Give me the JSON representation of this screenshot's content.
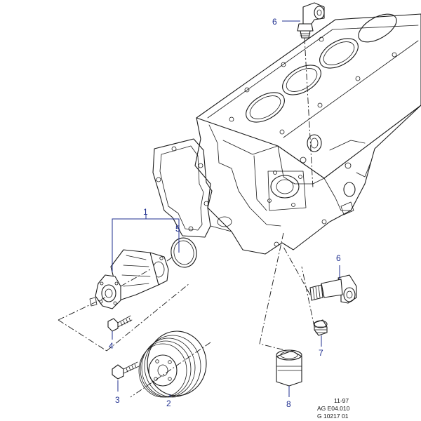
{
  "callouts": {
    "c1": "1",
    "c2": "2",
    "c3": "3",
    "c4": "4",
    "c5": "5",
    "c6_top": "6",
    "c6_right": "6",
    "c7": "7",
    "c8": "8"
  },
  "reference": {
    "date": "11-97",
    "code": "AG E04.010",
    "graphic_id": "G 10217 01"
  },
  "colors": {
    "line": "#1a1a1a",
    "callout": "#1f2f8f"
  }
}
